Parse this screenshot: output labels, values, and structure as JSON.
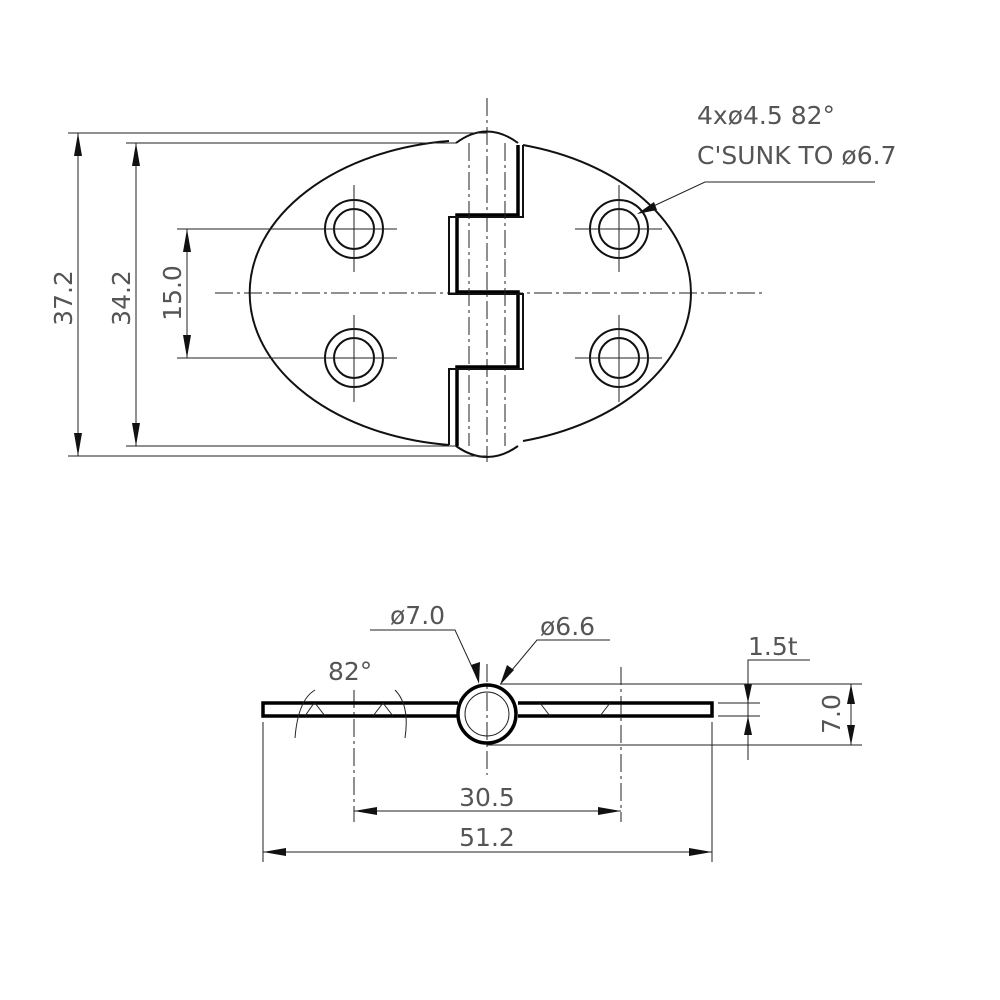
{
  "top_view": {
    "dimensions": {
      "overall_height": "37.2",
      "leaf_height": "34.2",
      "hole_spacing_vertical": "15.0"
    },
    "callout": {
      "line1": "4xø4.5 82°",
      "line2": "C'SUNK TO ø6.7"
    }
  },
  "side_view": {
    "dimensions": {
      "pin_outer_diameter": "ø7.0",
      "pin_inner_diameter": "ø6.6",
      "countersink_angle": "82°",
      "thickness": "1.5t",
      "knuckle_height": "7.0",
      "hole_spacing_horizontal": "30.5",
      "overall_width": "51.2"
    }
  }
}
